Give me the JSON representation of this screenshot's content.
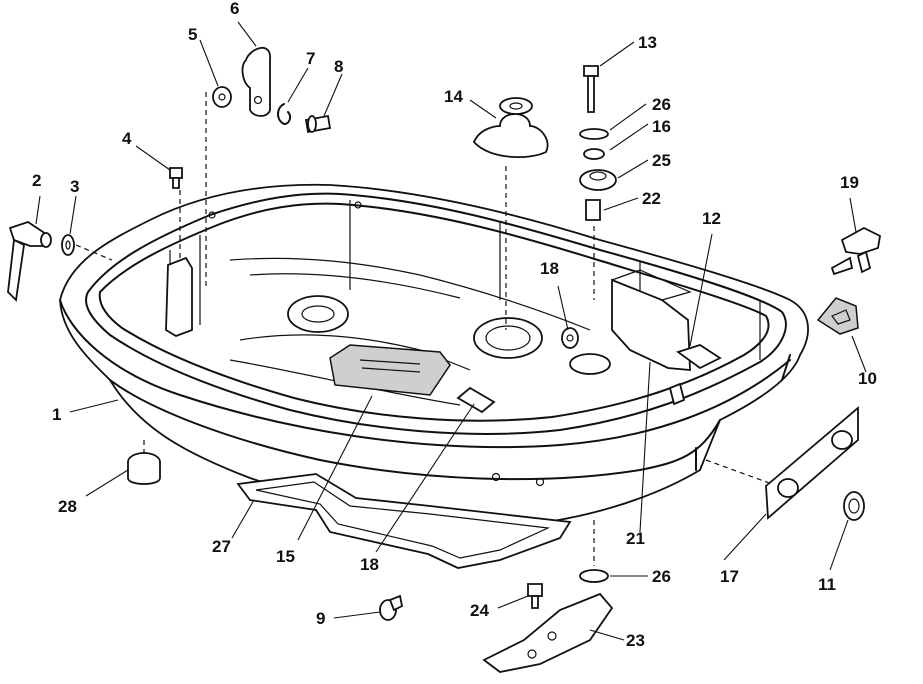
{
  "diagram": {
    "callouts": {
      "c1": "1",
      "c2": "2",
      "c3": "3",
      "c4": "4",
      "c5": "5",
      "c6": "6",
      "c7": "7",
      "c8": "8",
      "c9": "9",
      "c10": "10",
      "c11": "11",
      "c12": "12",
      "c13": "13",
      "c14": "14",
      "c15": "15",
      "c16": "16",
      "c17": "17",
      "c18a": "18",
      "c18b": "18",
      "c19": "19",
      "c21": "21",
      "c22": "22",
      "c23": "23",
      "c24": "24",
      "c25": "25",
      "c26a": "26",
      "c26b": "26",
      "c27": "27",
      "c28": "28"
    }
  }
}
